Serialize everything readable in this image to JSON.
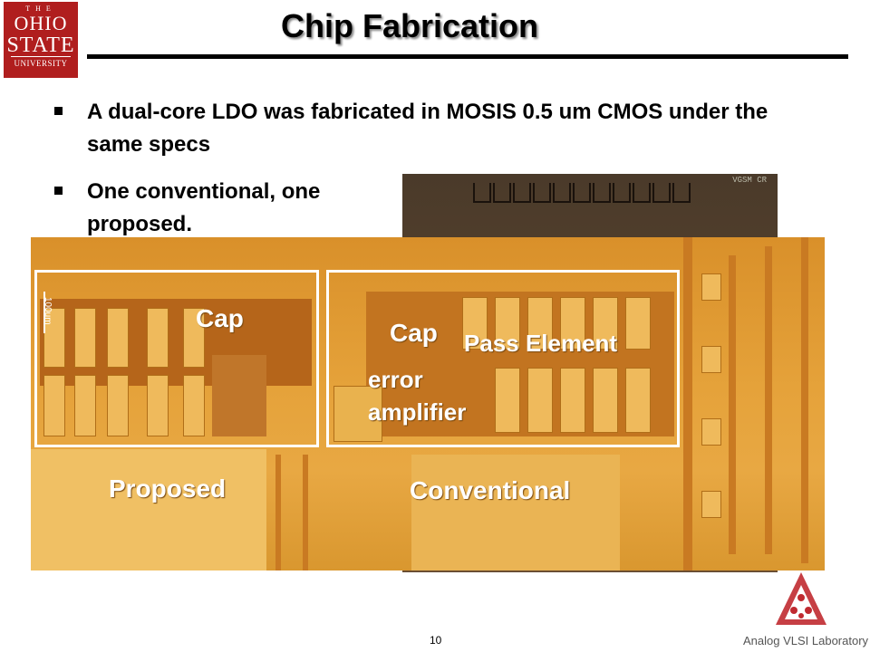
{
  "logo": {
    "line1": "THE",
    "line2": "OHIO",
    "line3": "STATE",
    "line4": "UNIVERSITY"
  },
  "title": "Chip Fabrication",
  "bullets": [
    "A dual-core LDO was fabricated in MOSIS 0.5 um CMOS under the same specs",
    "One conventional, one proposed."
  ],
  "chip_labels": {
    "cap_left": "Cap",
    "cap_right": "Cap",
    "pass_element": "Pass Element",
    "error_amplifier_line1": "error",
    "error_amplifier_line2": "amplifier",
    "proposed": "Proposed",
    "conventional": "Conventional",
    "scale": "100um"
  },
  "die_label": "VGSM CR",
  "page_number": "10",
  "footer_logo_text": "Analog VLSI Laboratory"
}
